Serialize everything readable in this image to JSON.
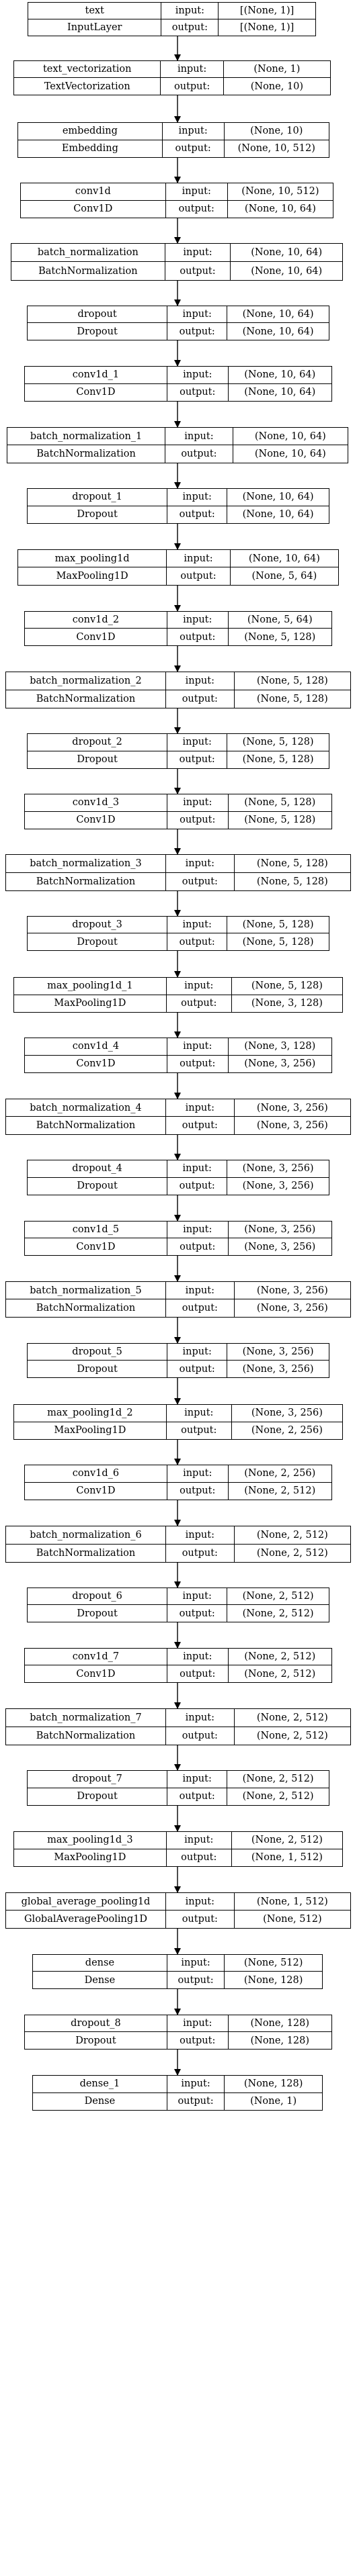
{
  "labels": {
    "input": "input:",
    "output": "output:"
  },
  "layers": [
    {
      "name": "text",
      "class": "InputLayer",
      "input": "[(None, 1)]",
      "output": "[(None, 1)]"
    },
    {
      "name": "text_vectorization",
      "class": "TextVectorization",
      "input": "(None, 1)",
      "output": "(None, 10)"
    },
    {
      "name": "embedding",
      "class": "Embedding",
      "input": "(None, 10)",
      "output": "(None, 10, 512)"
    },
    {
      "name": "conv1d",
      "class": "Conv1D",
      "input": "(None, 10, 512)",
      "output": "(None, 10, 64)"
    },
    {
      "name": "batch_normalization",
      "class": "BatchNormalization",
      "input": "(None, 10, 64)",
      "output": "(None, 10, 64)"
    },
    {
      "name": "dropout",
      "class": "Dropout",
      "input": "(None, 10, 64)",
      "output": "(None, 10, 64)"
    },
    {
      "name": "conv1d_1",
      "class": "Conv1D",
      "input": "(None, 10, 64)",
      "output": "(None, 10, 64)"
    },
    {
      "name": "batch_normalization_1",
      "class": "BatchNormalization",
      "input": "(None, 10, 64)",
      "output": "(None, 10, 64)"
    },
    {
      "name": "dropout_1",
      "class": "Dropout",
      "input": "(None, 10, 64)",
      "output": "(None, 10, 64)"
    },
    {
      "name": "max_pooling1d",
      "class": "MaxPooling1D",
      "input": "(None, 10, 64)",
      "output": "(None, 5, 64)"
    },
    {
      "name": "conv1d_2",
      "class": "Conv1D",
      "input": "(None, 5, 64)",
      "output": "(None, 5, 128)"
    },
    {
      "name": "batch_normalization_2",
      "class": "BatchNormalization",
      "input": "(None, 5, 128)",
      "output": "(None, 5, 128)"
    },
    {
      "name": "dropout_2",
      "class": "Dropout",
      "input": "(None, 5, 128)",
      "output": "(None, 5, 128)"
    },
    {
      "name": "conv1d_3",
      "class": "Conv1D",
      "input": "(None, 5, 128)",
      "output": "(None, 5, 128)"
    },
    {
      "name": "batch_normalization_3",
      "class": "BatchNormalization",
      "input": "(None, 5, 128)",
      "output": "(None, 5, 128)"
    },
    {
      "name": "dropout_3",
      "class": "Dropout",
      "input": "(None, 5, 128)",
      "output": "(None, 5, 128)"
    },
    {
      "name": "max_pooling1d_1",
      "class": "MaxPooling1D",
      "input": "(None, 5, 128)",
      "output": "(None, 3, 128)"
    },
    {
      "name": "conv1d_4",
      "class": "Conv1D",
      "input": "(None, 3, 128)",
      "output": "(None, 3, 256)"
    },
    {
      "name": "batch_normalization_4",
      "class": "BatchNormalization",
      "input": "(None, 3, 256)",
      "output": "(None, 3, 256)"
    },
    {
      "name": "dropout_4",
      "class": "Dropout",
      "input": "(None, 3, 256)",
      "output": "(None, 3, 256)"
    },
    {
      "name": "conv1d_5",
      "class": "Conv1D",
      "input": "(None, 3, 256)",
      "output": "(None, 3, 256)"
    },
    {
      "name": "batch_normalization_5",
      "class": "BatchNormalization",
      "input": "(None, 3, 256)",
      "output": "(None, 3, 256)"
    },
    {
      "name": "dropout_5",
      "class": "Dropout",
      "input": "(None, 3, 256)",
      "output": "(None, 3, 256)"
    },
    {
      "name": "max_pooling1d_2",
      "class": "MaxPooling1D",
      "input": "(None, 3, 256)",
      "output": "(None, 2, 256)"
    },
    {
      "name": "conv1d_6",
      "class": "Conv1D",
      "input": "(None, 2, 256)",
      "output": "(None, 2, 512)"
    },
    {
      "name": "batch_normalization_6",
      "class": "BatchNormalization",
      "input": "(None, 2, 512)",
      "output": "(None, 2, 512)"
    },
    {
      "name": "dropout_6",
      "class": "Dropout",
      "input": "(None, 2, 512)",
      "output": "(None, 2, 512)"
    },
    {
      "name": "conv1d_7",
      "class": "Conv1D",
      "input": "(None, 2, 512)",
      "output": "(None, 2, 512)"
    },
    {
      "name": "batch_normalization_7",
      "class": "BatchNormalization",
      "input": "(None, 2, 512)",
      "output": "(None, 2, 512)"
    },
    {
      "name": "dropout_7",
      "class": "Dropout",
      "input": "(None, 2, 512)",
      "output": "(None, 2, 512)"
    },
    {
      "name": "max_pooling1d_3",
      "class": "MaxPooling1D",
      "input": "(None, 2, 512)",
      "output": "(None, 1, 512)"
    },
    {
      "name": "global_average_pooling1d",
      "class": "GlobalAveragePooling1D",
      "input": "(None, 1, 512)",
      "output": "(None, 512)"
    },
    {
      "name": "dense",
      "class": "Dense",
      "input": "(None, 512)",
      "output": "(None, 128)"
    },
    {
      "name": "dropout_8",
      "class": "Dropout",
      "input": "(None, 128)",
      "output": "(None, 128)"
    },
    {
      "name": "dense_1",
      "class": "Dense",
      "input": "(None, 128)",
      "output": "(None, 1)"
    }
  ]
}
